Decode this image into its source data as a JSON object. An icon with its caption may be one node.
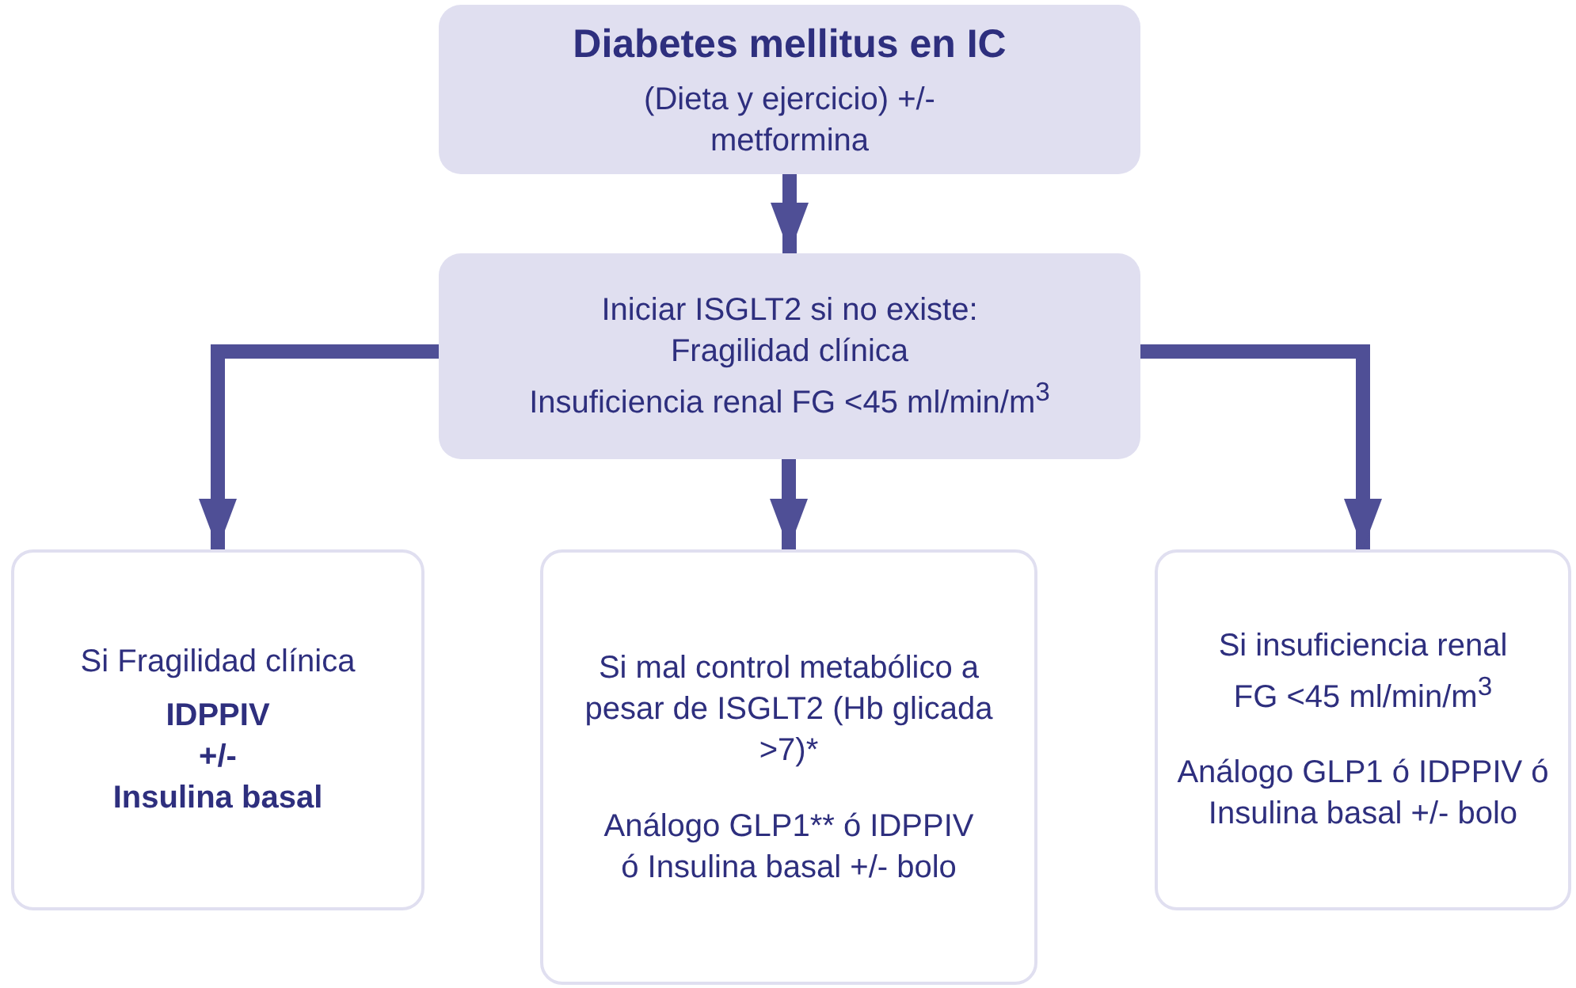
{
  "diagram": {
    "nodes": [
      {
        "text": [
          "Diabetes mellitus en IC",
          "(Dieta y ejercicio) +/- metformina"
        ]
      },
      {
        "text": [
          "Iniciar ISGLT2 si no existe:",
          "Fragilidad clínica",
          "Insuficiencia renal FG <45 ml/min/m$^{3}$"
        ]
      },
      {
        "text": [
          "Si Fragilidad clínica",
          "IDPPIV",
          "+/-",
          "Insulina basal"
        ]
      },
      {
        "text": [
          "Si mal control metabólico a pesar de ISGLT2 (Hb glicada >7)*",
          "Análogo GLP1** ó IDPPIV ó Insulina basal +/- bolo"
        ]
      },
      {
        "text": [
          "Si insuficiencia renal FG <45 ml/min/m$^{3}$",
          "Análogo GLP1 ó IDPPIV ó Insulina basal +/- bolo"
        ]
      }
    ],
    "edges": [
      {
        "from": 0,
        "to": 1,
        "arrow": "to"
      },
      {
        "from": 1,
        "to": 2,
        "arrow": "to"
      },
      {
        "from": 1,
        "to": 3,
        "arrow": "to"
      },
      {
        "from": 1,
        "to": 4,
        "arrow": "to"
      }
    ]
  }
}
